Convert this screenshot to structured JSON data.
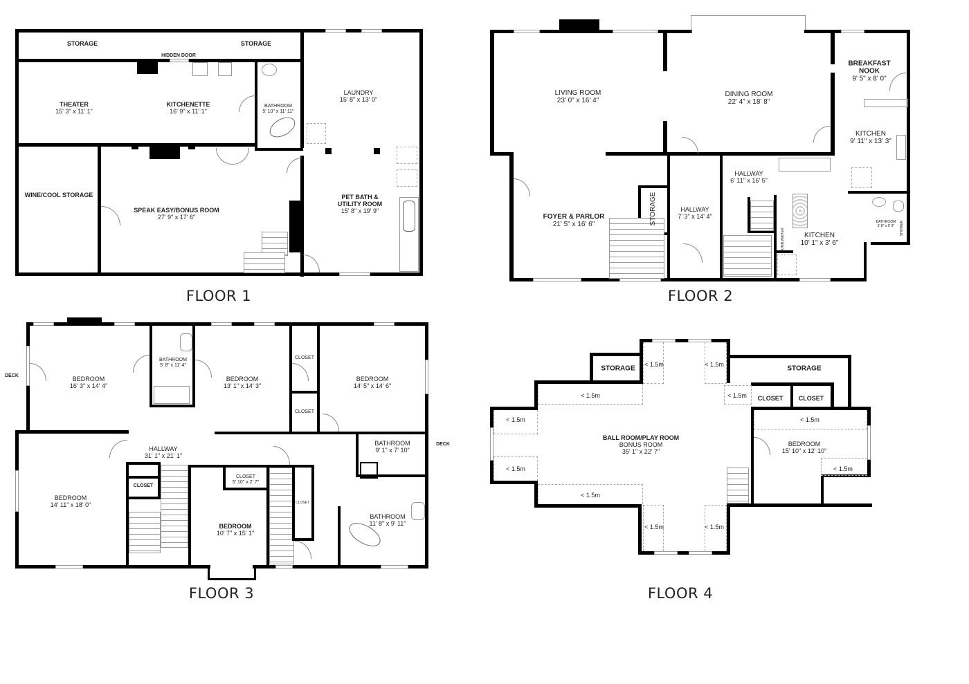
{
  "floors": [
    {
      "title": "FLOOR 1",
      "rooms": [
        {
          "name": "STORAGE",
          "dims": ""
        },
        {
          "name": "STORAGE",
          "dims": ""
        },
        {
          "name": "HIDDEN DOOR",
          "dims": ""
        },
        {
          "name": "THEATER",
          "dims": "15' 3\" x 11' 1\""
        },
        {
          "name": "KITCHENETTE",
          "dims": "16' 9\" x 11' 1\""
        },
        {
          "name": "BATHROOM",
          "dims": "5' 10\" x 11' 11\""
        },
        {
          "name": "LAUNDRY",
          "dims": "15' 8\" x 13' 0\""
        },
        {
          "name": "WINE/COOL STORAGE",
          "dims": ""
        },
        {
          "name": "SPEAK EASY/BONUS ROOM",
          "dims": "27' 9\" x 17' 6\""
        },
        {
          "name": "PET BATH &",
          "dims": ""
        },
        {
          "name": "UTILITY ROOM",
          "dims": "15' 8\" x 19' 9\""
        }
      ]
    },
    {
      "title": "FLOOR 2",
      "rooms": [
        {
          "name": "LIVING ROOM",
          "dims": "23' 0\" x 16' 4\""
        },
        {
          "name": "DINING ROOM",
          "dims": "22' 4\" x 18' 8\""
        },
        {
          "name": "BREAKFAST",
          "dims": ""
        },
        {
          "name": "NOOK",
          "dims": "9' 5\" x 8' 0\""
        },
        {
          "name": "KITCHEN",
          "dims": "9' 11\" x 13' 3\""
        },
        {
          "name": "FOYER & PARLOR",
          "dims": "21' 5\" x 16' 6\""
        },
        {
          "name": "STORAGE",
          "dims": ""
        },
        {
          "name": "HALLWAY",
          "dims": "7' 3\" x 14' 4\""
        },
        {
          "name": "HALLWAY",
          "dims": "6' 11\" x 16' 5\""
        },
        {
          "name": "KITCHEN",
          "dims": "10' 1\" x 3' 6\""
        },
        {
          "name": "BATHROOM",
          "dims": "3' 8\" x 5' 9\""
        },
        {
          "name": "SHOWER",
          "dims": ""
        },
        {
          "name": "DUMB WAITER",
          "dims": ""
        }
      ]
    },
    {
      "title": "FLOOR 3",
      "rooms": [
        {
          "name": "DECK",
          "dims": ""
        },
        {
          "name": "BEDROOM",
          "dims": "16' 3\" x 14' 4\""
        },
        {
          "name": "BATHROOM",
          "dims": "5' 8\" x 11' 4\""
        },
        {
          "name": "BEDROOM",
          "dims": "13' 1\" x 14' 3\""
        },
        {
          "name": "CLOSET",
          "dims": ""
        },
        {
          "name": "CLOSET",
          "dims": ""
        },
        {
          "name": "BEDROOM",
          "dims": "14' 5\" x 14' 6\""
        },
        {
          "name": "HALLWAY",
          "dims": "31' 1\" x 21' 1\""
        },
        {
          "name": "CLOSET",
          "dims": ""
        },
        {
          "name": "CLOSET",
          "dims": "5' 10\" x 2' 7\""
        },
        {
          "name": "CLOSET",
          "dims": ""
        },
        {
          "name": "BATHROOM",
          "dims": "9' 1\" x 7' 10\""
        },
        {
          "name": "DECK",
          "dims": ""
        },
        {
          "name": "BEDROOM",
          "dims": "14' 11\" x 18' 0\""
        },
        {
          "name": "BEDROOM",
          "dims": "10' 7\" x 15' 1\""
        },
        {
          "name": "BATHROOM",
          "dims": "11' 8\" x 9' 11\""
        }
      ]
    },
    {
      "title": "FLOOR 4",
      "rooms": [
        {
          "name": "STORAGE",
          "dims": ""
        },
        {
          "name": "STORAGE",
          "dims": ""
        },
        {
          "name": "CLOSET",
          "dims": ""
        },
        {
          "name": "CLOSET",
          "dims": ""
        },
        {
          "name": "BALL ROOM/PLAY ROOM",
          "dims": ""
        },
        {
          "name": "BONUS ROOM",
          "dims": "35' 1\" x 22' 7\""
        },
        {
          "name": "BEDROOM",
          "dims": "15' 10\" x 12' 10\""
        }
      ],
      "low_ceiling_label": "< 1.5m"
    }
  ],
  "colors": {
    "wall": "#000000",
    "fixture": "#999999",
    "background": "#ffffff"
  }
}
